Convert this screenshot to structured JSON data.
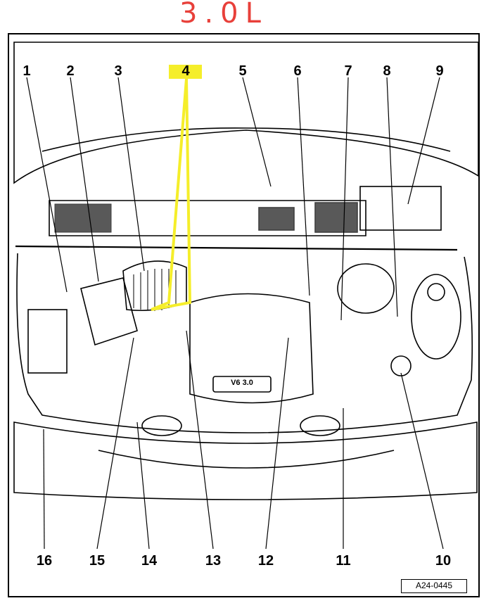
{
  "handwritten_title": "3.0L",
  "callouts_top": [
    "1",
    "2",
    "3",
    "4",
    "5",
    "6",
    "7",
    "8",
    "9"
  ],
  "callouts_bottom": [
    "16",
    "15",
    "14",
    "13",
    "12",
    "11",
    "10"
  ],
  "highlighted_callout": "4",
  "engine_badge": "V6 3.0",
  "reference_code": "A24-0445",
  "colors": {
    "highlight": "#f5ee2a",
    "annotation": "#e8403a",
    "line": "#000000"
  }
}
